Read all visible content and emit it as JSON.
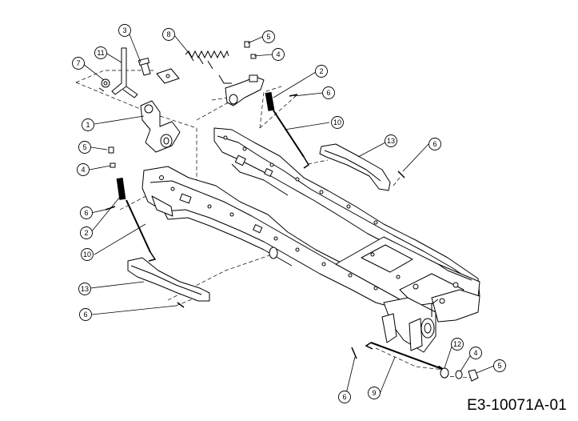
{
  "drawing_code": "E3-10071A-01",
  "callouts": [
    {
      "id": "c3",
      "ref": "3"
    },
    {
      "id": "c8",
      "ref": "8"
    },
    {
      "id": "c5a",
      "ref": "5"
    },
    {
      "id": "c4a",
      "ref": "4"
    },
    {
      "id": "c11",
      "ref": "11"
    },
    {
      "id": "c7",
      "ref": "7"
    },
    {
      "id": "c2a",
      "ref": "2"
    },
    {
      "id": "c6a",
      "ref": "6"
    },
    {
      "id": "c1",
      "ref": "1"
    },
    {
      "id": "c10a",
      "ref": "10"
    },
    {
      "id": "c13a",
      "ref": "13"
    },
    {
      "id": "c6b",
      "ref": "6"
    },
    {
      "id": "c5b",
      "ref": "5"
    },
    {
      "id": "c4b",
      "ref": "4"
    },
    {
      "id": "c6c",
      "ref": "6"
    },
    {
      "id": "c2b",
      "ref": "2"
    },
    {
      "id": "c10b",
      "ref": "10"
    },
    {
      "id": "c13b",
      "ref": "13"
    },
    {
      "id": "c6d",
      "ref": "6"
    },
    {
      "id": "c12",
      "ref": "12"
    },
    {
      "id": "c4c",
      "ref": "4"
    },
    {
      "id": "c5c",
      "ref": "5"
    },
    {
      "id": "c9",
      "ref": "9"
    },
    {
      "id": "c6e",
      "ref": "6"
    }
  ]
}
